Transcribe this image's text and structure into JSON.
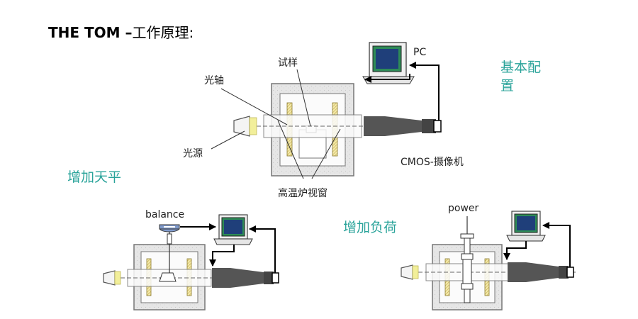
{
  "title": {
    "en": "THE TOM –",
    "cn": "工作原理:"
  },
  "labels": {
    "sample": "试样",
    "optical_axis": "光轴",
    "light_source": "光源",
    "furnace_window": "高温炉视窗",
    "pc": "PC",
    "camera": "CMOS-摄像机",
    "balance": "balance",
    "power": "power"
  },
  "sections": {
    "basic_config_line1": "基本配",
    "basic_config_line2": "置",
    "add_balance": "增加天平",
    "add_load": "增加负荷"
  },
  "colors": {
    "furnace": "#e6e6e6",
    "camera": "#555555",
    "monitor_screen": "#2e8b57",
    "monitor_inner": "#1f3f7a",
    "lamp": "#f2ef9a",
    "accent_text": "#2aa39a"
  }
}
